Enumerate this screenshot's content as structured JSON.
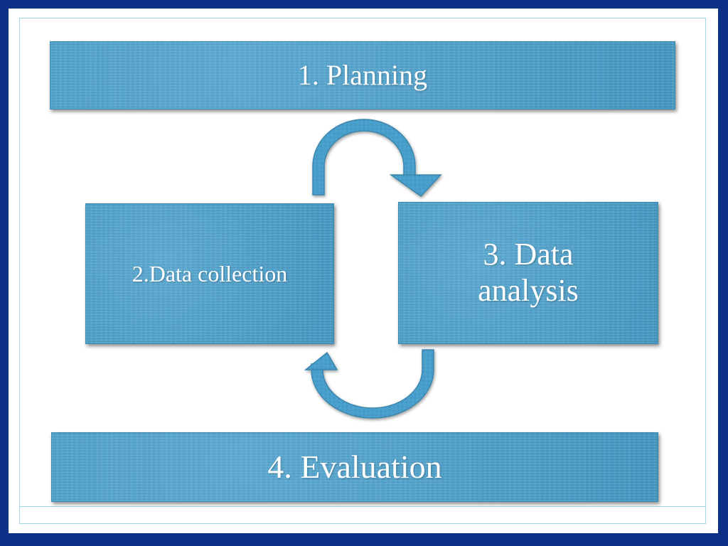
{
  "steps": {
    "planning": "1. Planning",
    "collection": "2.Data collection",
    "analysis": "3. Data analysis",
    "evaluation": "4. Evaluation"
  },
  "colors": {
    "frame": "#0d2f86",
    "box": "#4aa3d1",
    "arrow": "#4a9fcb",
    "text": "#ffffff"
  }
}
